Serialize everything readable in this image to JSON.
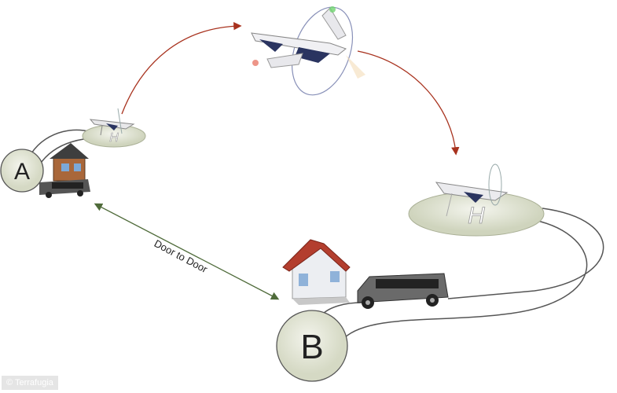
{
  "labels": {
    "point_a": "A",
    "point_b": "B",
    "door_to_door": "Door to Door"
  },
  "credit": "© Terrafugia",
  "colors": {
    "flight_arrow": "#a8321e",
    "door_arrow": "#4f6b3a",
    "pad": "#dfe3d2",
    "circle": "#e3e6d6"
  }
}
